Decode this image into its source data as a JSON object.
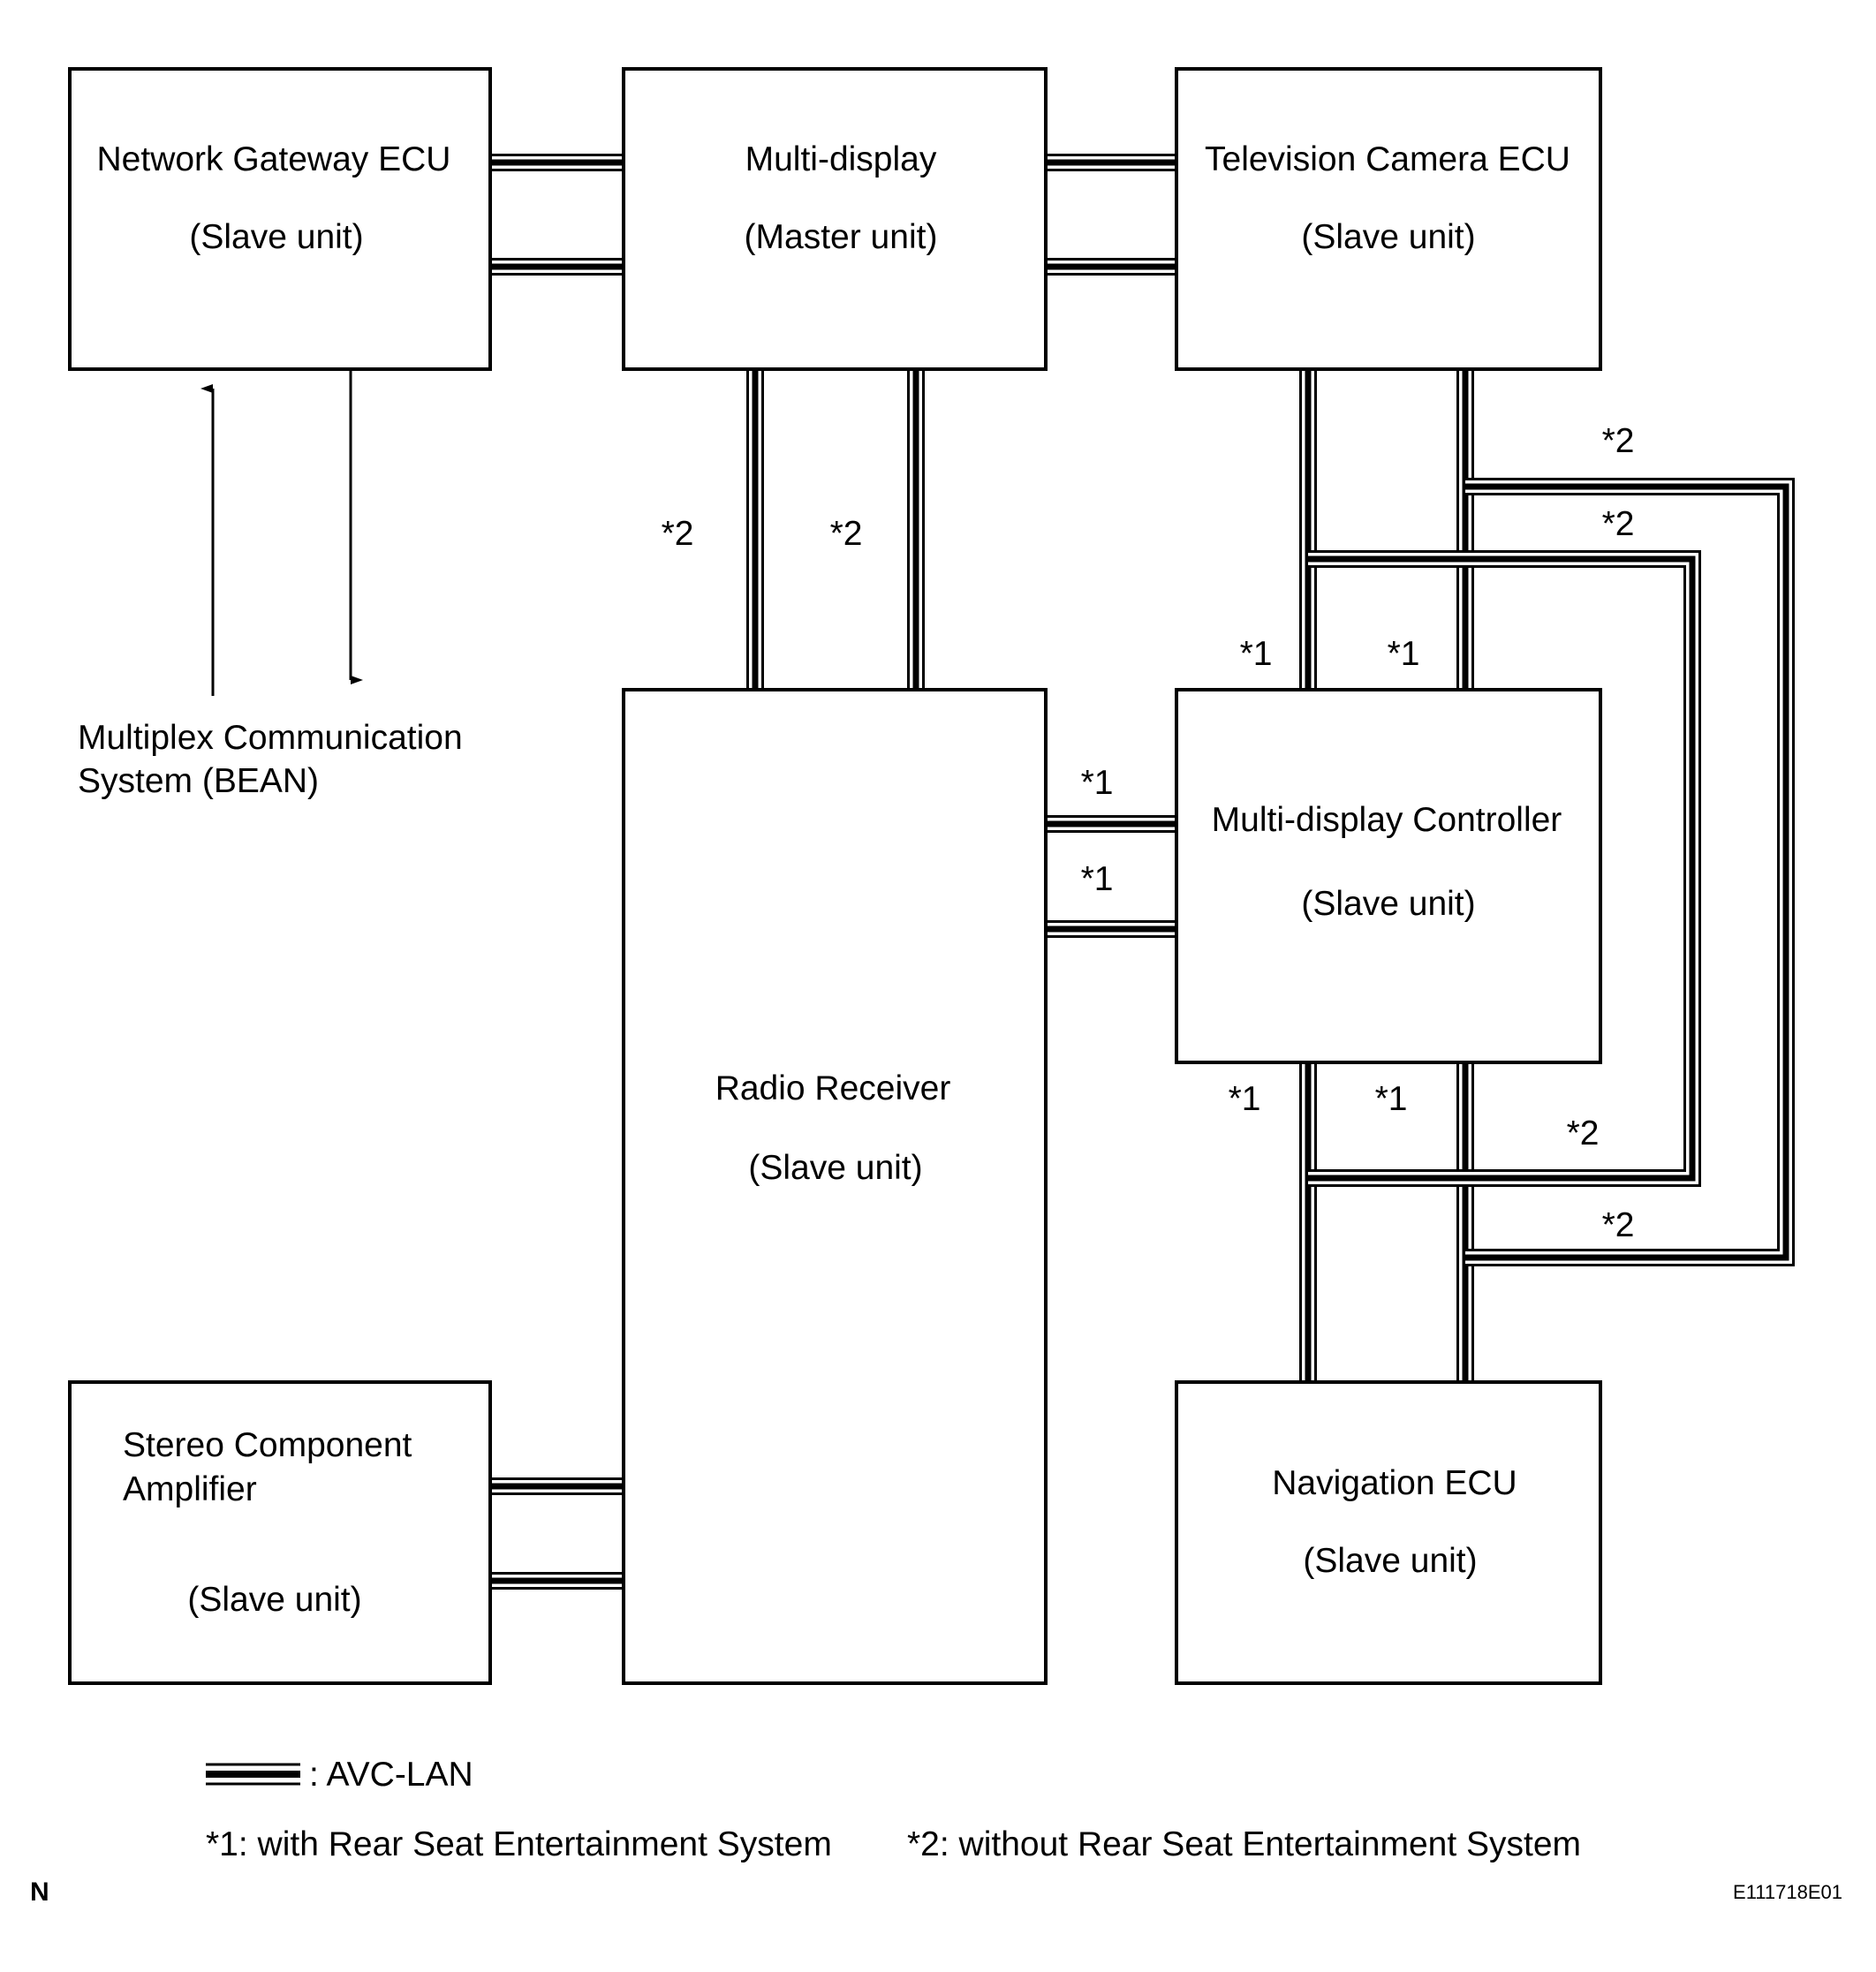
{
  "components": {
    "network_gateway": {
      "name": "Network Gateway ECU",
      "role": "(Slave unit)"
    },
    "multi_display": {
      "name": "Multi-display",
      "role": "(Master unit)"
    },
    "tv_camera": {
      "name": "Television Camera ECU",
      "role": "(Slave unit)"
    },
    "radio_receiver": {
      "name": "Radio Receiver",
      "role": "(Slave unit)"
    },
    "md_controller": {
      "name": "Multi-display Controller",
      "role": "(Slave unit)"
    },
    "stereo_amp": {
      "name_line1": "Stereo Component",
      "name_line2": "Amplifier",
      "role": "(Slave unit)"
    },
    "navigation": {
      "name": "Navigation ECU",
      "role": "(Slave unit)"
    }
  },
  "bean": {
    "line1": "Multiplex Communication",
    "line2": "System (BEAN)"
  },
  "markers": {
    "rse": "*1",
    "no_rse": "*2"
  },
  "legend": {
    "avc_lan": ":  AVC-LAN",
    "note1": "*1: with Rear Seat Entertainment System",
    "note2": "*2: without Rear Seat Entertainment System"
  },
  "footer": {
    "orientation": "N",
    "figure_code": "E111718E01"
  }
}
